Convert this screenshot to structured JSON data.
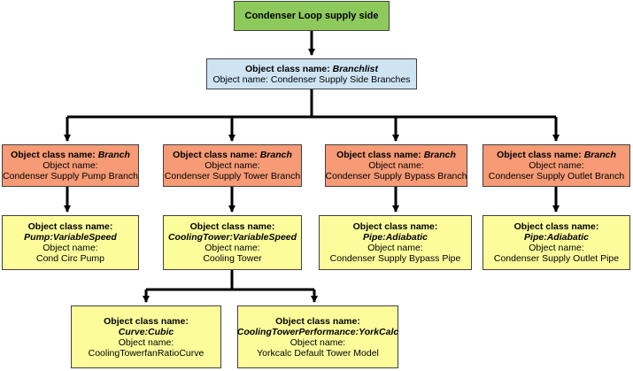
{
  "root": {
    "title": "Condenser Loop supply side"
  },
  "branchlist": {
    "class_prefix": "Object class name:",
    "class_name": "Branchlist",
    "object_label": "Object name:",
    "object_name": "Condenser Supply Side Branches"
  },
  "branches": [
    {
      "class_prefix": "Object class name:",
      "class_name": "Branch",
      "object_label": "Object name:",
      "object_name": "Condenser Supply Pump Branch"
    },
    {
      "class_prefix": "Object class name:",
      "class_name": "Branch",
      "object_label": "Object name:",
      "object_name": "Condenser Supply Tower Branch"
    },
    {
      "class_prefix": "Object class name:",
      "class_name": "Branch",
      "object_label": "Object name:",
      "object_name": "Condenser Supply Bypass Branch"
    },
    {
      "class_prefix": "Object class name:",
      "class_name": "Branch",
      "object_label": "Object name:",
      "object_name": "Condenser Supply Outlet Branch"
    }
  ],
  "components": [
    {
      "class_prefix": "Object class name:",
      "class_name": "Pump:VariableSpeed",
      "object_label": "Object name:",
      "object_name": "Cond Circ Pump"
    },
    {
      "class_prefix": "Object class name:",
      "class_name": "CoolingTower:VariableSpeed",
      "object_label": "Object name:",
      "object_name": "Cooling Tower"
    },
    {
      "class_prefix": "Object class name:",
      "class_name": "Pipe:Adiabatic",
      "object_label": "Object name:",
      "object_name": "Condenser Supply Bypass Pipe"
    },
    {
      "class_prefix": "Object class name:",
      "class_name": "Pipe:Adiabatic",
      "object_label": "Object name:",
      "object_name": "Condenser Supply Outlet Pipe"
    }
  ],
  "subcomponents": [
    {
      "class_prefix": "Object class name:",
      "class_name": "Curve:Cubic",
      "object_label": "Object name:",
      "object_name": "CoolingTowerfanRatioCurve"
    },
    {
      "class_prefix": "Object class name:",
      "class_name": "CoolingTowerPerformance:YorkCalc",
      "object_label": "Object name:",
      "object_name": "Yorkcalc Default Tower Model"
    }
  ],
  "colors": {
    "root_fill": "#8ec95c",
    "branchlist_fill": "#cfe4f3",
    "branch_fill": "#f69b75",
    "component_fill": "#fcfc9b",
    "connector": "#000000"
  }
}
